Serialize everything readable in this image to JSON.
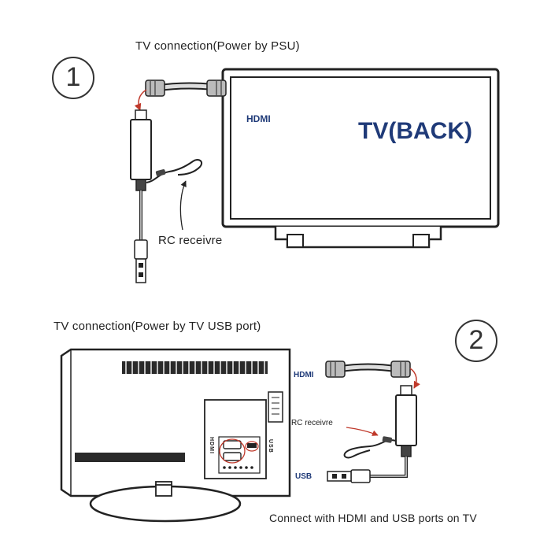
{
  "section1": {
    "step": "1",
    "title": "TV connection(Power by PSU)",
    "hdmi_label": "HDMI",
    "tv_label": "TV(BACK)",
    "rc_label": "RC receivre"
  },
  "section2": {
    "step": "2",
    "title": "TV connection(Power by TV USB port)",
    "hdmi_label": "HDMI",
    "rc_label": "RC receivre",
    "usb_label": "USB",
    "port_hdmi_label": "HDMI",
    "port_usb_label": "USB",
    "caption": "Connect with HDMI and USB ports on TV"
  },
  "colors": {
    "accent": "#1f3a78",
    "line": "#222222",
    "arrow": "#c0392b"
  },
  "icons": [
    "hdmi-stick-icon",
    "hdmi-cable-icon",
    "usb-plug-icon",
    "ir-receiver-icon"
  ]
}
